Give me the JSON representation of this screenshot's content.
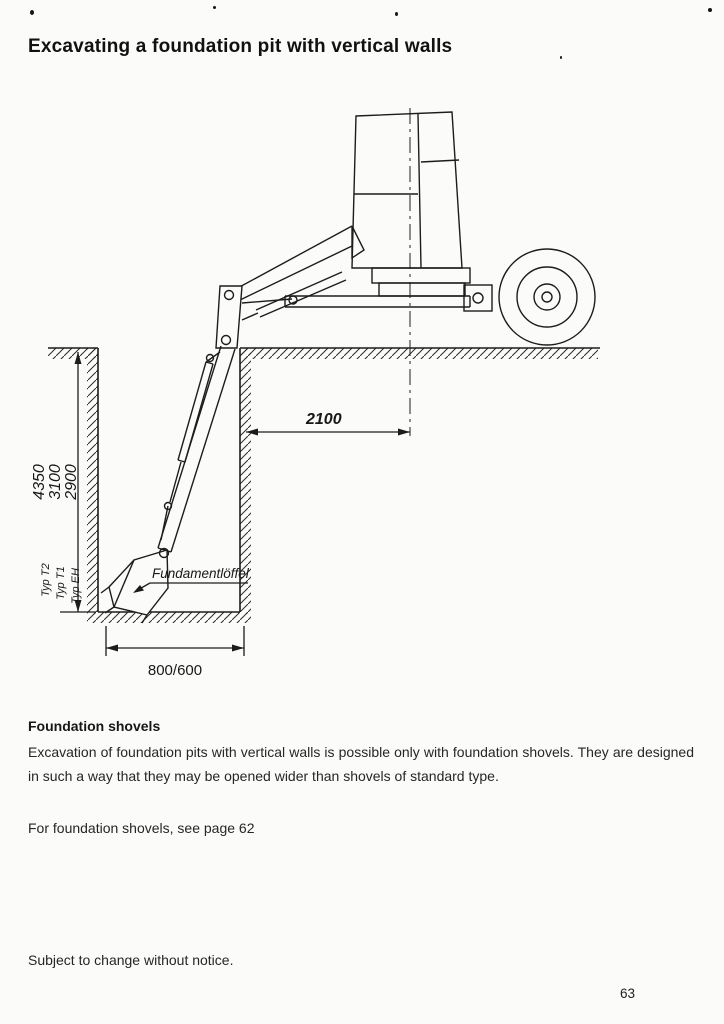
{
  "page": {
    "title": "Excavating a foundation pit with vertical walls",
    "footer": "Subject to change without notice.",
    "page_number": "63"
  },
  "diagram": {
    "dim_horizontal": "2100",
    "dim_depths": {
      "t2": "4350",
      "t1": "3100",
      "eh": "2900"
    },
    "type_labels": {
      "t2": "Typ T2",
      "t1": "Typ T1",
      "eh": "Typ EH"
    },
    "bucket_label": "Fundamentlöffel",
    "dim_width": "800/600"
  },
  "section": {
    "heading": "Foundation shovels",
    "body": "Excavation of foundation pits with vertical walls is possible only with foundation shovels. They are designed in such a way that they may be opened wider than shovels of standard type.",
    "reference": "For foundation shovels, see page 62"
  }
}
